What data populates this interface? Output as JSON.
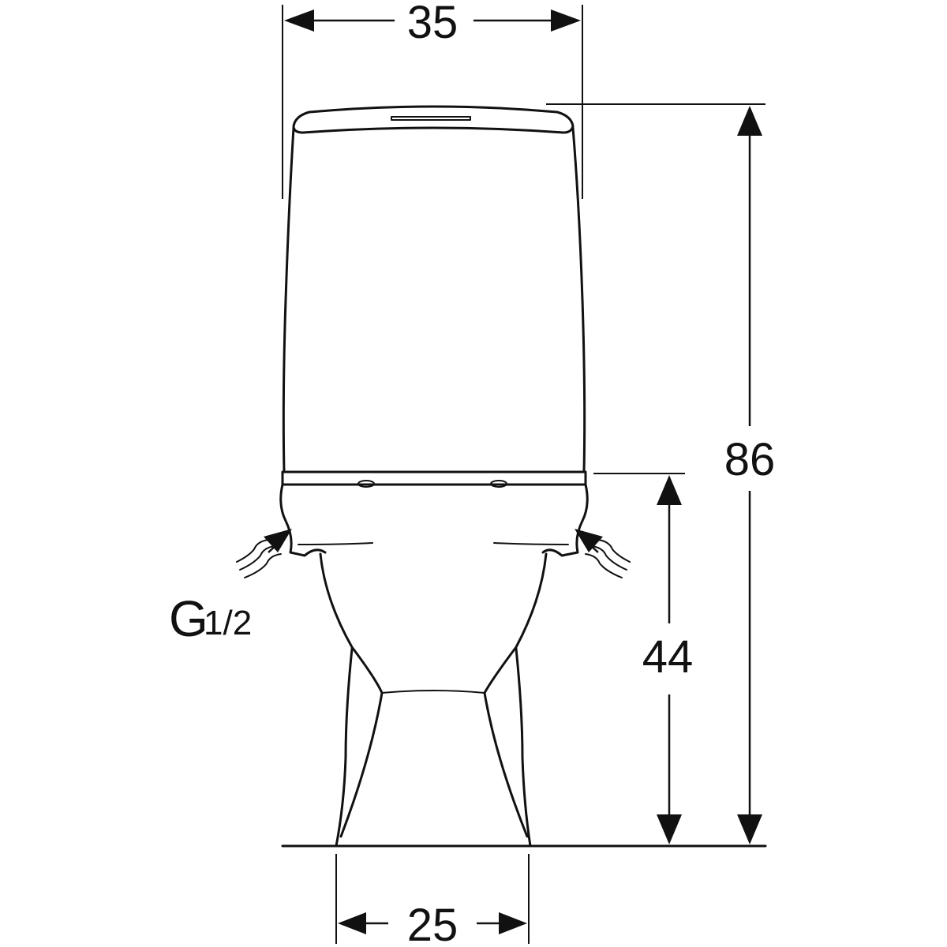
{
  "dimensions": {
    "cistern_width": "35",
    "total_height": "86",
    "seat_height": "44",
    "base_width": "25"
  },
  "connection": {
    "thread": "G",
    "size": "1/2"
  }
}
